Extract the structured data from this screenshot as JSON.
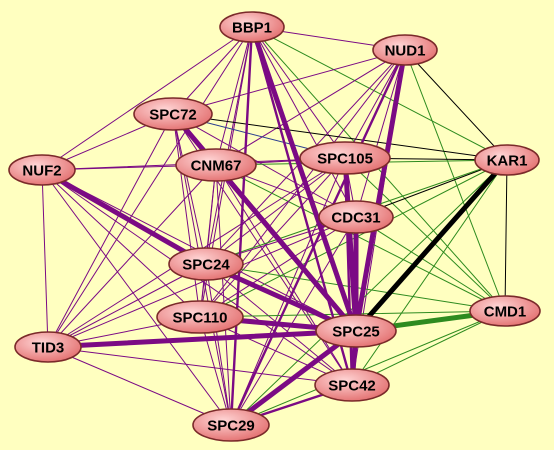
{
  "graph": {
    "background": "#ffffc0",
    "node_fill_light": "#ffd5d5",
    "node_fill_dark": "#e36f6f",
    "edge_colors": {
      "purple": "#7b0a84",
      "green": "#2e8b1f",
      "black": "#000000",
      "blue": "#2a3d8f"
    },
    "nodes": [
      {
        "id": "BBP1",
        "label": "BBP1"
      },
      {
        "id": "NUD1",
        "label": "NUD1"
      },
      {
        "id": "SPC72",
        "label": "SPC72"
      },
      {
        "id": "NUF2",
        "label": "NUF2"
      },
      {
        "id": "CNM67",
        "label": "CNM67"
      },
      {
        "id": "SPC105",
        "label": "SPC105"
      },
      {
        "id": "KAR1",
        "label": "KAR1"
      },
      {
        "id": "CDC31",
        "label": "CDC31"
      },
      {
        "id": "SPC24",
        "label": "SPC24"
      },
      {
        "id": "SPC110",
        "label": "SPC110"
      },
      {
        "id": "SPC25",
        "label": "SPC25"
      },
      {
        "id": "CMD1",
        "label": "CMD1"
      },
      {
        "id": "TID3",
        "label": "TID3"
      },
      {
        "id": "SPC42",
        "label": "SPC42"
      },
      {
        "id": "SPC29",
        "label": "SPC29"
      }
    ],
    "edges": [
      {
        "a": "BBP1",
        "b": "SPC25",
        "color": "purple",
        "weight": "heavy"
      },
      {
        "a": "NUD1",
        "b": "SPC25",
        "color": "purple",
        "weight": "heavy"
      },
      {
        "a": "SPC72",
        "b": "SPC25",
        "color": "purple",
        "weight": "heavy"
      },
      {
        "a": "NUF2",
        "b": "SPC24",
        "color": "purple",
        "weight": "heavy"
      },
      {
        "a": "CNM67",
        "b": "SPC25",
        "color": "purple",
        "weight": "heavy"
      },
      {
        "a": "SPC105",
        "b": "SPC25",
        "color": "purple",
        "weight": "heavy"
      },
      {
        "a": "CDC31",
        "b": "SPC25",
        "color": "purple",
        "weight": "heavy"
      },
      {
        "a": "SPC24",
        "b": "SPC25",
        "color": "purple",
        "weight": "heavy"
      },
      {
        "a": "SPC110",
        "b": "SPC25",
        "color": "purple",
        "weight": "heavy"
      },
      {
        "a": "TID3",
        "b": "SPC25",
        "color": "purple",
        "weight": "heavy"
      },
      {
        "a": "SPC29",
        "b": "SPC25",
        "color": "purple",
        "weight": "heavy"
      },
      {
        "a": "SPC42",
        "b": "SPC25",
        "color": "purple",
        "weight": "heavy"
      },
      {
        "a": "KAR1",
        "b": "SPC25",
        "color": "black",
        "weight": "heavy"
      },
      {
        "a": "CMD1",
        "b": "SPC25",
        "color": "green",
        "weight": "heavy"
      },
      {
        "a": "BBP1",
        "b": "SPC29",
        "color": "purple",
        "weight": "medium"
      },
      {
        "a": "BBP1",
        "b": "SPC42",
        "color": "purple",
        "weight": "medium"
      },
      {
        "a": "SPC105",
        "b": "SPC42",
        "color": "purple",
        "weight": "medium"
      },
      {
        "a": "NUD1",
        "b": "SPC29",
        "color": "purple",
        "weight": "medium"
      },
      {
        "a": "SPC29",
        "b": "SPC42",
        "color": "purple",
        "weight": "medium"
      },
      {
        "a": "BBP1",
        "b": "NUD1",
        "color": "purple",
        "weight": "thin"
      },
      {
        "a": "BBP1",
        "b": "SPC72",
        "color": "purple",
        "weight": "thin"
      },
      {
        "a": "BBP1",
        "b": "NUF2",
        "color": "purple",
        "weight": "thin"
      },
      {
        "a": "BBP1",
        "b": "CNM67",
        "color": "purple",
        "weight": "thin"
      },
      {
        "a": "BBP1",
        "b": "SPC105",
        "color": "purple",
        "weight": "thin"
      },
      {
        "a": "BBP1",
        "b": "CDC31",
        "color": "purple",
        "weight": "thin"
      },
      {
        "a": "BBP1",
        "b": "SPC24",
        "color": "purple",
        "weight": "thin"
      },
      {
        "a": "BBP1",
        "b": "SPC110",
        "color": "purple",
        "weight": "thin"
      },
      {
        "a": "BBP1",
        "b": "TID3",
        "color": "purple",
        "weight": "thin"
      },
      {
        "a": "BBP1",
        "b": "KAR1",
        "color": "green",
        "weight": "thin"
      },
      {
        "a": "BBP1",
        "b": "CMD1",
        "color": "green",
        "weight": "thin"
      },
      {
        "a": "NUD1",
        "b": "SPC72",
        "color": "purple",
        "weight": "thin"
      },
      {
        "a": "NUD1",
        "b": "CNM67",
        "color": "purple",
        "weight": "thin"
      },
      {
        "a": "NUD1",
        "b": "SPC105",
        "color": "purple",
        "weight": "thin"
      },
      {
        "a": "NUD1",
        "b": "CDC31",
        "color": "purple",
        "weight": "thin"
      },
      {
        "a": "NUD1",
        "b": "SPC24",
        "color": "purple",
        "weight": "thin"
      },
      {
        "a": "NUD1",
        "b": "SPC110",
        "color": "purple",
        "weight": "thin"
      },
      {
        "a": "NUD1",
        "b": "SPC42",
        "color": "purple",
        "weight": "thin"
      },
      {
        "a": "NUD1",
        "b": "KAR1",
        "color": "black",
        "weight": "thin"
      },
      {
        "a": "NUD1",
        "b": "CMD1",
        "color": "green",
        "weight": "thin"
      },
      {
        "a": "SPC72",
        "b": "NUF2",
        "color": "purple",
        "weight": "thin"
      },
      {
        "a": "SPC72",
        "b": "CNM67",
        "color": "purple",
        "weight": "thin"
      },
      {
        "a": "SPC72",
        "b": "SPC105",
        "color": "blue",
        "weight": "thin"
      },
      {
        "a": "SPC72",
        "b": "CDC31",
        "color": "purple",
        "weight": "thin"
      },
      {
        "a": "SPC72",
        "b": "SPC24",
        "color": "purple",
        "weight": "thin"
      },
      {
        "a": "SPC72",
        "b": "SPC110",
        "color": "purple",
        "weight": "thin"
      },
      {
        "a": "SPC72",
        "b": "SPC42",
        "color": "purple",
        "weight": "thin"
      },
      {
        "a": "SPC72",
        "b": "SPC29",
        "color": "purple",
        "weight": "thin"
      },
      {
        "a": "SPC72",
        "b": "TID3",
        "color": "purple",
        "weight": "thin"
      },
      {
        "a": "SPC72",
        "b": "KAR1",
        "color": "black",
        "weight": "thin"
      },
      {
        "a": "NUF2",
        "b": "CNM67",
        "color": "purple",
        "weight": "thin"
      },
      {
        "a": "NUF2",
        "b": "SPC105",
        "color": "purple",
        "weight": "thin"
      },
      {
        "a": "NUF2",
        "b": "SPC110",
        "color": "purple",
        "weight": "thin"
      },
      {
        "a": "NUF2",
        "b": "TID3",
        "color": "purple",
        "weight": "thin"
      },
      {
        "a": "NUF2",
        "b": "SPC29",
        "color": "purple",
        "weight": "thin"
      },
      {
        "a": "NUF2",
        "b": "SPC42",
        "color": "purple",
        "weight": "thin"
      },
      {
        "a": "NUF2",
        "b": "SPC25",
        "color": "purple",
        "weight": "thin"
      },
      {
        "a": "CNM67",
        "b": "SPC105",
        "color": "purple",
        "weight": "thin"
      },
      {
        "a": "CNM67",
        "b": "CDC31",
        "color": "purple",
        "weight": "thin"
      },
      {
        "a": "CNM67",
        "b": "SPC24",
        "color": "purple",
        "weight": "thin"
      },
      {
        "a": "CNM67",
        "b": "SPC110",
        "color": "purple",
        "weight": "thin"
      },
      {
        "a": "CNM67",
        "b": "SPC29",
        "color": "purple",
        "weight": "thin"
      },
      {
        "a": "CNM67",
        "b": "SPC42",
        "color": "purple",
        "weight": "thin"
      },
      {
        "a": "CNM67",
        "b": "TID3",
        "color": "purple",
        "weight": "thin"
      },
      {
        "a": "CNM67",
        "b": "KAR1",
        "color": "green",
        "weight": "thin"
      },
      {
        "a": "CNM67",
        "b": "CMD1",
        "color": "green",
        "weight": "thin"
      },
      {
        "a": "SPC105",
        "b": "CDC31",
        "color": "purple",
        "weight": "thin"
      },
      {
        "a": "SPC105",
        "b": "SPC24",
        "color": "purple",
        "weight": "thin"
      },
      {
        "a": "SPC105",
        "b": "SPC110",
        "color": "purple",
        "weight": "thin"
      },
      {
        "a": "SPC105",
        "b": "SPC29",
        "color": "purple",
        "weight": "thin"
      },
      {
        "a": "SPC105",
        "b": "TID3",
        "color": "purple",
        "weight": "thin"
      },
      {
        "a": "SPC105",
        "b": "KAR1",
        "color": "black",
        "weight": "thin"
      },
      {
        "a": "SPC105",
        "b": "CMD1",
        "color": "green",
        "weight": "thin"
      },
      {
        "a": "CDC31",
        "b": "KAR1",
        "color": "black",
        "weight": "thin"
      },
      {
        "a": "CDC31",
        "b": "CMD1",
        "color": "green",
        "weight": "thin"
      },
      {
        "a": "CDC31",
        "b": "SPC24",
        "color": "purple",
        "weight": "thin"
      },
      {
        "a": "CDC31",
        "b": "SPC110",
        "color": "purple",
        "weight": "thin"
      },
      {
        "a": "CDC31",
        "b": "SPC29",
        "color": "purple",
        "weight": "thin"
      },
      {
        "a": "CDC31",
        "b": "SPC42",
        "color": "purple",
        "weight": "thin"
      },
      {
        "a": "CDC31",
        "b": "TID3",
        "color": "purple",
        "weight": "thin"
      },
      {
        "a": "KAR1",
        "b": "SPC24",
        "color": "green",
        "weight": "thin"
      },
      {
        "a": "KAR1",
        "b": "SPC110",
        "color": "green",
        "weight": "thin"
      },
      {
        "a": "KAR1",
        "b": "SPC42",
        "color": "green",
        "weight": "thin"
      },
      {
        "a": "KAR1",
        "b": "SPC29",
        "color": "green",
        "weight": "thin"
      },
      {
        "a": "KAR1",
        "b": "CMD1",
        "color": "black",
        "weight": "thin"
      },
      {
        "a": "SPC24",
        "b": "SPC110",
        "color": "purple",
        "weight": "thin"
      },
      {
        "a": "SPC24",
        "b": "TID3",
        "color": "purple",
        "weight": "thin"
      },
      {
        "a": "SPC24",
        "b": "SPC29",
        "color": "purple",
        "weight": "thin"
      },
      {
        "a": "SPC24",
        "b": "SPC42",
        "color": "purple",
        "weight": "thin"
      },
      {
        "a": "SPC24",
        "b": "CMD1",
        "color": "green",
        "weight": "thin"
      },
      {
        "a": "SPC110",
        "b": "TID3",
        "color": "purple",
        "weight": "thin"
      },
      {
        "a": "SPC110",
        "b": "SPC29",
        "color": "purple",
        "weight": "thin"
      },
      {
        "a": "SPC110",
        "b": "SPC42",
        "color": "purple",
        "weight": "thin"
      },
      {
        "a": "SPC110",
        "b": "CMD1",
        "color": "green",
        "weight": "thin"
      },
      {
        "a": "TID3",
        "b": "SPC29",
        "color": "purple",
        "weight": "thin"
      },
      {
        "a": "TID3",
        "b": "SPC42",
        "color": "purple",
        "weight": "thin"
      },
      {
        "a": "SPC29",
        "b": "CMD1",
        "color": "green",
        "weight": "thin"
      },
      {
        "a": "SPC42",
        "b": "CMD1",
        "color": "green",
        "weight": "thin"
      }
    ]
  }
}
